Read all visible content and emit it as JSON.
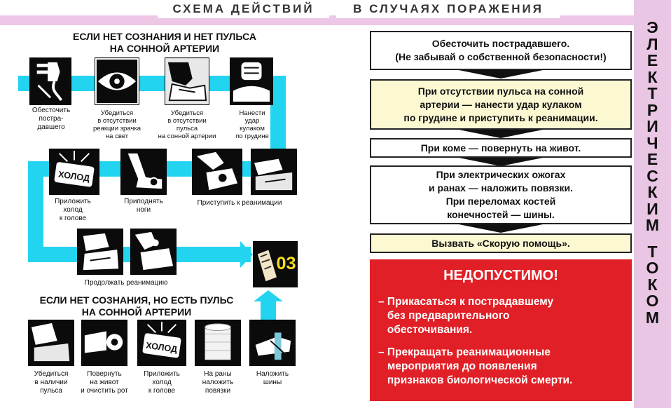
{
  "header": {
    "left_title": "СХЕМА ДЕЙСТВИЙ",
    "right_title": "В СЛУЧАЯХ ПОРАЖЕНИЯ"
  },
  "side_title": "ЭЛЕКТРИЧЕСКИМ ТОКОМ",
  "left": {
    "section1_title": "ЕСЛИ НЕТ СОЗНАНИЯ И НЕТ ПУЛЬСА\nНА СОННОЙ АРТЕРИИ",
    "row1": [
      {
        "icon": "plug-icon",
        "label": "Обесточить\nпостра-\nдавшего"
      },
      {
        "icon": "eye-icon",
        "label": "Убедиться\nв отсутствии\nреакции зрачка\nна свет"
      },
      {
        "icon": "pulse-check-icon",
        "label": "Убедиться\nв отсутствии\nпульса\nна сонной артерии"
      },
      {
        "icon": "fist-icon",
        "label": "Нанести\nудар\nкулаком\nпо грудине"
      }
    ],
    "row2": [
      {
        "icon": "cold-pack-icon",
        "label": "Приложить\nхолод\nк голове",
        "text": "ХОЛОД"
      },
      {
        "icon": "raise-legs-icon",
        "label": "Приподнять\nноги"
      },
      {
        "icon": "resuscitation-icon",
        "label": ""
      },
      {
        "icon": "chest-compression-icon",
        "label": ""
      }
    ],
    "row2_shared_label": "Приступить к реанимации",
    "row3": [
      {
        "icon": "compression-icon",
        "label": ""
      },
      {
        "icon": "rescue-breath-icon",
        "label": ""
      }
    ],
    "row3_shared_label": "Продолжать реанимацию",
    "phone": {
      "icon": "phone-icon",
      "text": "03"
    },
    "section2_title": "ЕСЛИ НЕТ СОЗНАНИЯ, НО ЕСТЬ ПУЛЬС\nНА СОННОЙ АРТЕРИИ",
    "row4": [
      {
        "icon": "pulse-present-icon",
        "label": "Убедиться\nв наличии\nпульса"
      },
      {
        "icon": "turn-over-icon",
        "label": "Повернуть\nна живот\nи очистить рот"
      },
      {
        "icon": "cold-pack-icon",
        "label": "Приложить\nхолод\nк голове",
        "text": "ХОЛОД"
      },
      {
        "icon": "bandage-icon",
        "label": "На раны\nналожить\nповязки"
      },
      {
        "icon": "splint-icon",
        "label": "Наложить\nшины"
      }
    ]
  },
  "right": {
    "steps": [
      "Обесточить пострадавшего.\n(Не забывай о собственной безопасности!)",
      "При отсутствии пульса на сонной\nартерии — нанести удар кулаком\nпо грудине и приступить к реанимации.",
      "При коме — повернуть на живот.",
      "При электрических ожогах\nи ранах — наложить повязки.\nПри переломах костей\nконечностей — шины.",
      "Вызвать «Скорую помощь»."
    ],
    "forbidden": {
      "title": "НЕДОПУСТИМО!",
      "items": [
        "– Прикасаться к пострадавшему\n   без предварительного\n   обесточивания.",
        "– Прекращать реанимационные\n   мероприятия до появления\n   признаков биологической смерти."
      ]
    }
  },
  "colors": {
    "cyan": "#23d4f0",
    "red": "#e11f26",
    "pink": "#e8c6e4",
    "yellow": "#fbf8d2"
  }
}
